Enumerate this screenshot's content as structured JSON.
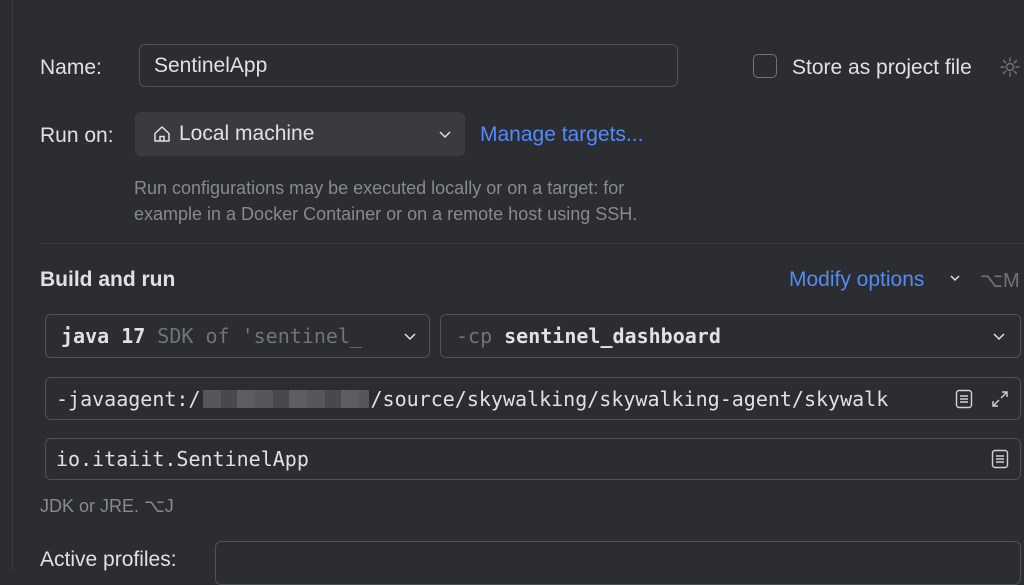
{
  "name": {
    "label": "Name:",
    "value": "SentinelApp"
  },
  "store_as_project_file": {
    "label": "Store as project file",
    "checked": false
  },
  "run_on": {
    "label": "Run on:",
    "value": "Local machine",
    "manage_targets": "Manage targets...",
    "hint_line1": "Run configurations may be executed locally or on a target: for",
    "hint_line2": "example in a Docker Container or on a remote host using SSH."
  },
  "build_and_run": {
    "title": "Build and run",
    "modify_options": "Modify options",
    "modify_shortcut": "⌥M",
    "sdk_main": "java 17",
    "sdk_sub": "SDK of 'sentinel_",
    "cp_prefix": "-cp",
    "cp_value": "sentinel_dashboard",
    "vm_options_start": "-javaagent:/",
    "vm_options_end": "/source/skywalking/skywalking-agent/skywalk",
    "main_class": "io.itaiit.SentinelApp",
    "jdk_hint": "JDK or JRE. ⌥J"
  },
  "active_profiles": {
    "label": "Active profiles:",
    "value": ""
  },
  "colors": {
    "background": "#2b2d30",
    "border": "#4e5157",
    "link": "#548af7",
    "text": "#dfe1e5",
    "muted": "#868a91"
  }
}
